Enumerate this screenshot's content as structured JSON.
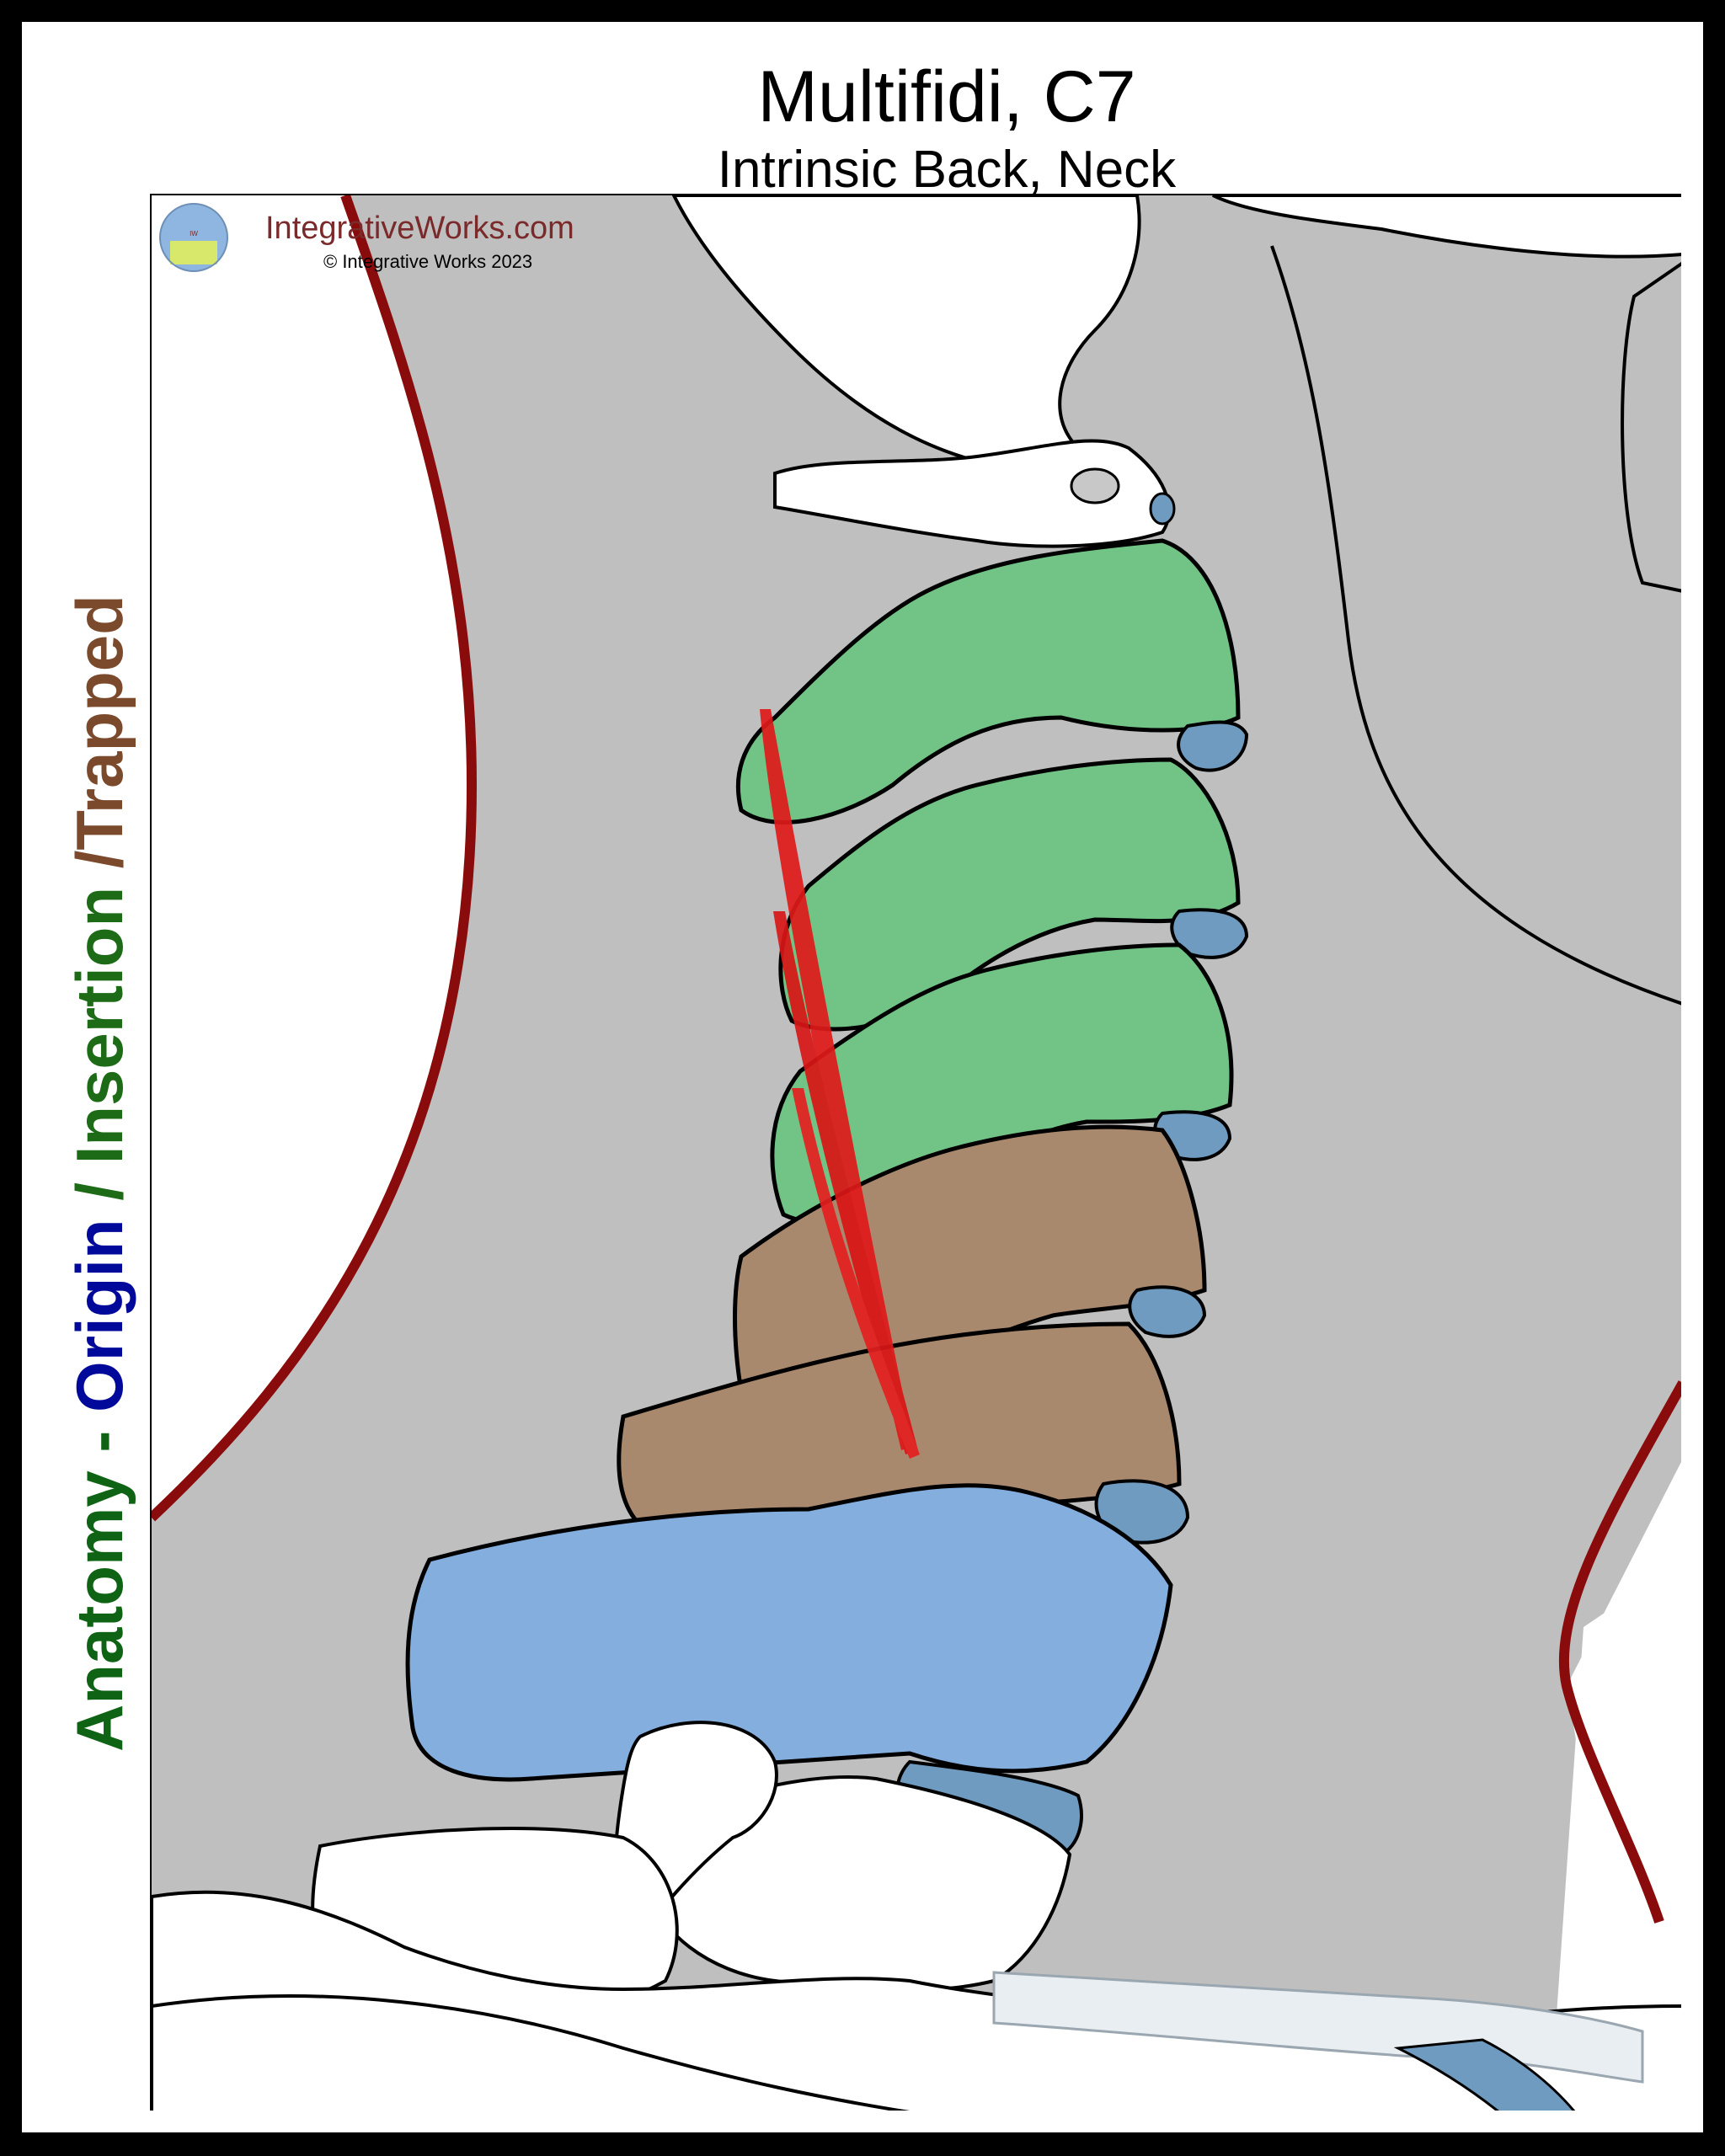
{
  "title": "Multifidi, C7",
  "subtitle": "Intrinsic Back, Neck",
  "side_label": {
    "part1": "Anatomy - ",
    "part2": "Origin",
    "part3": " / ",
    "part4": "Insertion",
    "part5": " /",
    "part6": "Trapped"
  },
  "brand": {
    "site": "IntegrativeWorks.com",
    "copyright": "© Integrative Works 2023"
  },
  "colors": {
    "anatomy": "#0f6314",
    "origin": "#00099a",
    "insertion": "#1d6b16",
    "trapped": "#7b4a2c",
    "brand_text": "#7a2a2a",
    "insertion_fill": "#72c386",
    "origin_fill": "#83aede",
    "trapped_fill": "#a9896e",
    "disc_fill": "#6f9bc0",
    "muscle": "#e01a1a",
    "skin_outline": "#8a0b0b",
    "tissue_gray": "#bfbfbf"
  }
}
